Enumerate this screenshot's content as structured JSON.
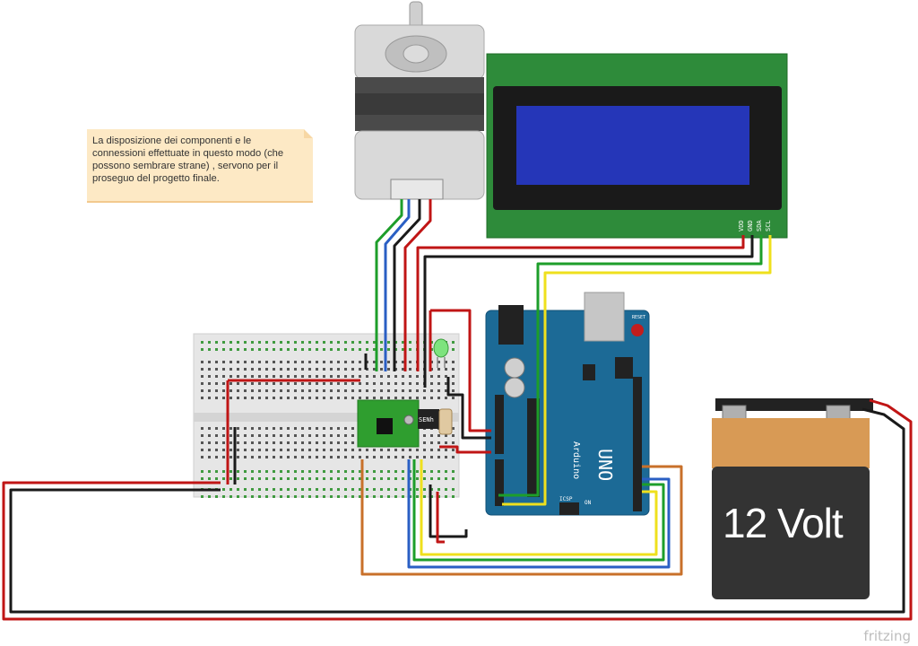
{
  "note": {
    "text": "La disposizione dei componenti e le connessioni effettuate in questo modo (che possono sembrare strane) , servono per il proseguo del progetto finale."
  },
  "battery": {
    "label": "12 Volt"
  },
  "lcd": {
    "pins": [
      "VDD",
      "GND",
      "SDA",
      "SCL"
    ]
  },
  "arduino": {
    "brand": "Arduino",
    "model": "UNO",
    "on_label": "ON",
    "icsp": "ICSP",
    "reset": "RESET"
  },
  "driver": {
    "label": "SENh"
  },
  "brand": "fritzing",
  "colors": {
    "breadboard": "#e6e6e6",
    "arduino": "#1c6a96",
    "lcd_board": "#2e8b3a",
    "lcd_screen": "#2536b8",
    "driver": "#2f9e2f",
    "battery_top": "#d89a55",
    "battery_body": "#333333",
    "wire_red": "#c01515",
    "wire_black": "#1a1a1a",
    "wire_green": "#1d9e2a",
    "wire_blue": "#2a5fc4",
    "wire_yellow": "#efe01d",
    "wire_orange": "#c8702a"
  }
}
